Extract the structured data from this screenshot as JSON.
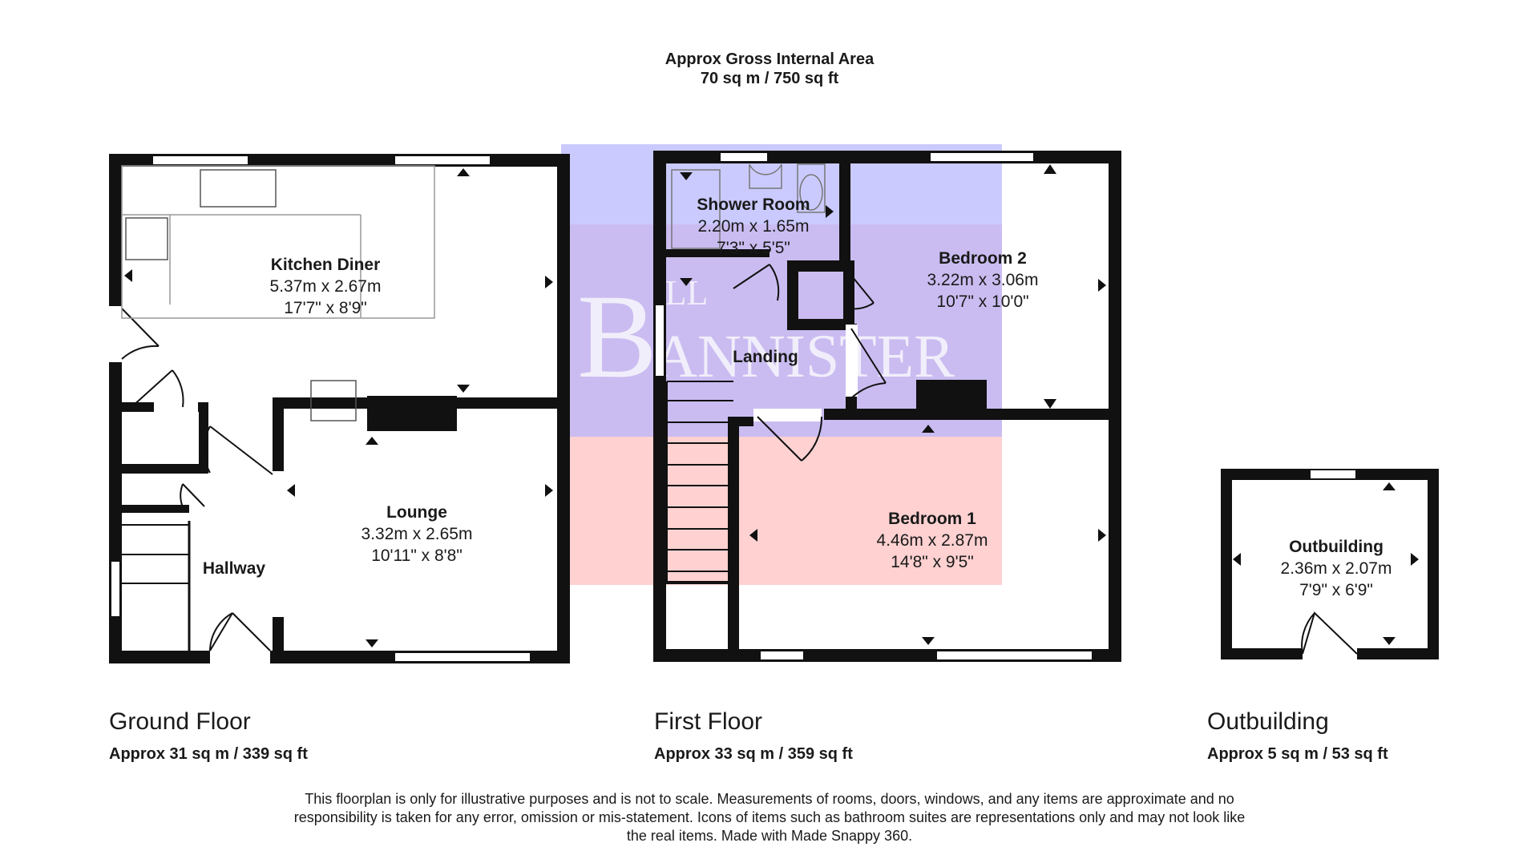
{
  "header": {
    "line1": "Approx Gross Internal Area",
    "line2": "70 sq m / 750 sq ft"
  },
  "watermark": {
    "initial": "B",
    "top": "ILL",
    "bottom": "ANNISTER"
  },
  "colors": {
    "wall": "#111111",
    "overlay_blue": "#b3b3ff",
    "overlay_red": "#ffb3b3"
  },
  "rooms": {
    "kitchen": {
      "name": "Kitchen Diner",
      "metric": "5.37m x 2.67m",
      "imperial": "17'7\" x 8'9\""
    },
    "lounge": {
      "name": "Lounge",
      "metric": "3.32m x 2.65m",
      "imperial": "10'11\" x 8'8\""
    },
    "hallway": {
      "name": "Hallway"
    },
    "shower": {
      "name": "Shower Room",
      "metric": "2.20m x 1.65m",
      "imperial": "7'3\" x 5'5\""
    },
    "bedroom2": {
      "name": "Bedroom 2",
      "metric": "3.22m x 3.06m",
      "imperial": "10'7\" x 10'0\""
    },
    "landing": {
      "name": "Landing"
    },
    "bedroom1": {
      "name": "Bedroom 1",
      "metric": "4.46m x 2.87m",
      "imperial": "14'8\" x 9'5\""
    },
    "outbuilding": {
      "name": "Outbuilding",
      "metric": "2.36m x 2.07m",
      "imperial": "7'9\" x 6'9\""
    }
  },
  "floors": {
    "ground": {
      "label": "Ground Floor",
      "area": "Approx 31 sq m / 339 sq ft"
    },
    "first": {
      "label": "First Floor",
      "area": "Approx 33 sq m / 359 sq ft"
    },
    "outbuilding": {
      "label": "Outbuilding",
      "area": "Approx 5 sq m / 53 sq ft"
    }
  },
  "disclaimer": "This floorplan is only for illustrative purposes and is not to scale. Measurements of rooms, doors, windows, and any items are approximate and no responsibility is taken for any error, omission or mis-statement. Icons of items such as bathroom suites are representations only and may not look like the real items. Made with Made Snappy 360."
}
